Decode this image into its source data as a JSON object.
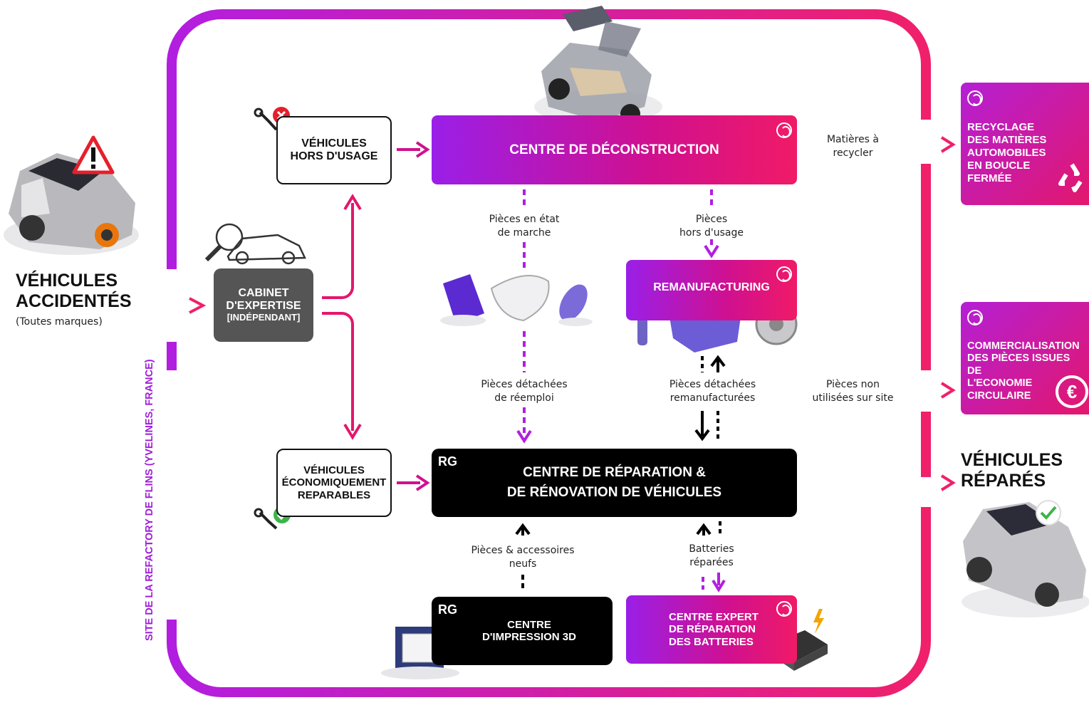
{
  "colors": {
    "purple": "#9a1fe8",
    "magenta": "#e3176c",
    "black": "#000000",
    "grey": "#555555",
    "red": "#e4202c",
    "green": "#3cb44a"
  },
  "left_block": {
    "title_line1": "VÉHICULES",
    "title_line2": "ACCIDENTÉS",
    "subtitle": "(Toutes marques)"
  },
  "site_label": "SITE DE LA REFACTORY DE FLINS (YVELINES, FRANCE)",
  "boxes": {
    "hors_usage": [
      "VÉHICULES",
      "HORS D'USAGE"
    ],
    "cabinet": [
      "CABINET",
      "D'EXPERTISE",
      "[INDÉPENDANT]"
    ],
    "reparables": [
      "VÉHICULES",
      "ÉCONOMIQUEMENT",
      "REPARABLES"
    ],
    "deconstruction": "CENTRE DE DÉCONSTRUCTION",
    "remanufacturing": "REMANUFACTURING",
    "reparation": [
      "CENTRE DE RÉPARATION &",
      "DE RÉNOVATION DE VÉHICULES"
    ],
    "impression": [
      "CENTRE",
      "D'IMPRESSION 3D"
    ],
    "batteries": [
      "CENTRE EXPERT",
      "DE RÉPARATION",
      "DES  BATTERIES"
    ]
  },
  "rg_label": "RG",
  "flow_labels": {
    "matieres": [
      "Matières à",
      "recycler"
    ],
    "pieces_etat": [
      "Pièces en état",
      "de marche"
    ],
    "pieces_hors": [
      "Pièces",
      "hors d'usage"
    ],
    "pieces_reemploi": [
      "Pièces détachées",
      "de réemploi"
    ],
    "pieces_reman": [
      "Pièces détachées",
      "remanufacturées"
    ],
    "pieces_non": [
      "Pièces non",
      "utilisées sur site"
    ],
    "accessoires": [
      "Pièces & accessoires",
      "neufs"
    ],
    "batteries": [
      "Batteries",
      "réparées"
    ]
  },
  "side_boxes": {
    "recyclage": [
      "RECYCLAGE",
      "DES MATIÈRES",
      "AUTOMOBILES",
      "EN BOUCLE",
      "FERMÉE"
    ],
    "commercialisation": [
      "COMMERCIALISATION",
      "DES PIÈCES ISSUES DE",
      "L'ECONOMIE",
      "CIRCULAIRE"
    ]
  },
  "right_block": {
    "title_line1": "VÉHICULES",
    "title_line2": "RÉPARÉS"
  },
  "icons": [
    "warning-icon",
    "wrench-x-icon",
    "magnifier-car-icon",
    "wrench-check-icon",
    "recycle-icon",
    "euro-icon",
    "check-icon",
    "lightning-icon",
    "refactory-logo-icon"
  ]
}
